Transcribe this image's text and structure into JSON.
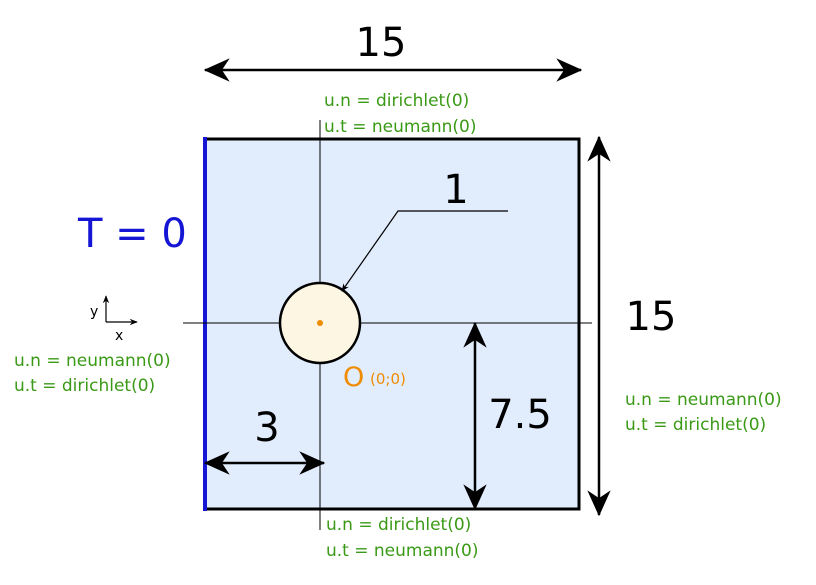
{
  "dimensions": {
    "top_width": "15",
    "right_height": "15",
    "hole_diameter": "1",
    "center_height": "7.5",
    "left_offset": "3"
  },
  "temperature_bc": "T = 0",
  "origin": {
    "label": "O",
    "coords": "(0;0)"
  },
  "axes": {
    "x": "x",
    "y": "y"
  },
  "bc_top": {
    "normal": "u.n = dirichlet(0)",
    "tangent": "u.t = neumann(0)"
  },
  "bc_bottom": {
    "normal": "u.n = dirichlet(0)",
    "tangent": "u.t = neumann(0)"
  },
  "bc_left": {
    "normal": "u.n = neumann(0)",
    "tangent": "u.t = dirichlet(0)"
  },
  "bc_right": {
    "normal": "u.n = neumann(0)",
    "tangent": "u.t = dirichlet(0)"
  },
  "colors": {
    "domain_fill": "#e1ecfd",
    "hole_fill": "#fdf6e3",
    "wall_blue": "#1515d6",
    "bc_green": "#3a9a16",
    "origin_orange": "#f08c00"
  }
}
